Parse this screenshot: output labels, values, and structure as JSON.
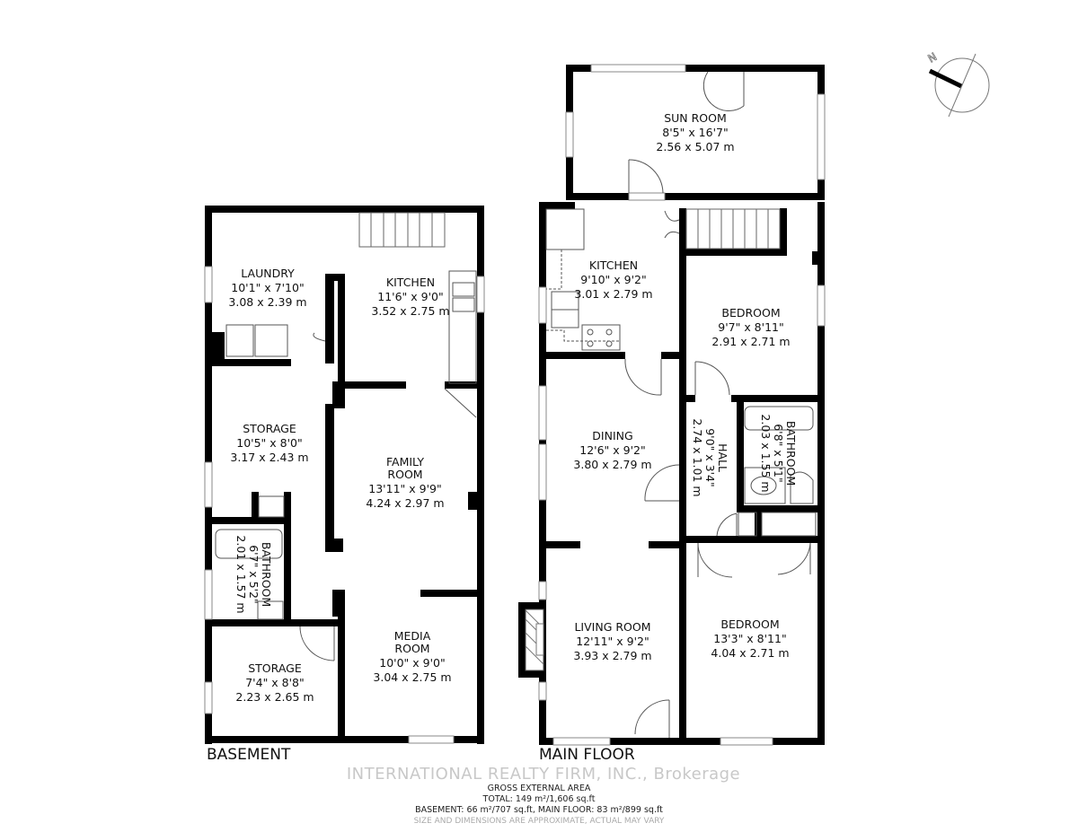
{
  "compass": {
    "label": "N",
    "icon": "north-arrow-icon"
  },
  "floors": [
    {
      "name": "BASEMENT",
      "rooms": [
        {
          "name": "LAUNDRY",
          "imperial": "10'1\" x 7'10\"",
          "metric": "3.08 x 2.39 m"
        },
        {
          "name": "KITCHEN",
          "imperial": "11'6\" x 9'0\"",
          "metric": "3.52 x 2.75 m"
        },
        {
          "name": "STORAGE",
          "imperial": "10'5\" x 8'0\"",
          "metric": "3.17 x 2.43 m"
        },
        {
          "name": "FAMILY",
          "name2": "ROOM",
          "imperial": "13'11\" x 9'9\"",
          "metric": "4.24 x 2.97 m"
        },
        {
          "name": "BATHROOM",
          "imperial": "6'7\" x 5'2\"",
          "metric": "2.01 x 1.57 m"
        },
        {
          "name": "STORAGE",
          "imperial": "7'4\" x 8'8\"",
          "metric": "2.23 x 2.65 m"
        },
        {
          "name": "MEDIA",
          "name2": "ROOM",
          "imperial": "10'0\" x 9'0\"",
          "metric": "3.04 x 2.75 m"
        }
      ]
    },
    {
      "name": "MAIN FLOOR",
      "rooms": [
        {
          "name": "SUN ROOM",
          "imperial": "8'5\" x 16'7\"",
          "metric": "2.56 x 5.07 m"
        },
        {
          "name": "KITCHEN",
          "imperial": "9'10\" x 9'2\"",
          "metric": "3.01 x 2.79 m"
        },
        {
          "name": "BEDROOM",
          "imperial": "9'7\" x 8'11\"",
          "metric": "2.91 x 2.71 m"
        },
        {
          "name": "DINING",
          "imperial": "12'6\" x 9'2\"",
          "metric": "3.80 x 2.79 m"
        },
        {
          "name": "HALL",
          "imperial": "9'0\" x 3'4\"",
          "metric": "2.74 x 1.01 m"
        },
        {
          "name": "BATHROOM",
          "imperial": "6'8\" x 5'1\"",
          "metric": "2.03 x 1.55 m"
        },
        {
          "name": "LIVING ROOM",
          "imperial": "12'11\" x 9'2\"",
          "metric": "3.93 x 2.79 m"
        },
        {
          "name": "BEDROOM",
          "imperial": "13'3\" x 8'11\"",
          "metric": "4.04 x 2.71 m"
        }
      ]
    }
  ],
  "footer": {
    "watermark": "INTERNATIONAL REALTY FIRM, INC., Brokerage",
    "title": "GROSS EXTERNAL AREA",
    "total": "TOTAL: 149 m²/1,606 sq.ft",
    "breakdown": "BASEMENT: 66 m²/707 sq.ft, MAIN FLOOR: 83 m²/899 sq.ft",
    "disclaimer": "SIZE AND DIMENSIONS ARE APPROXIMATE, ACTUAL MAY VARY"
  }
}
